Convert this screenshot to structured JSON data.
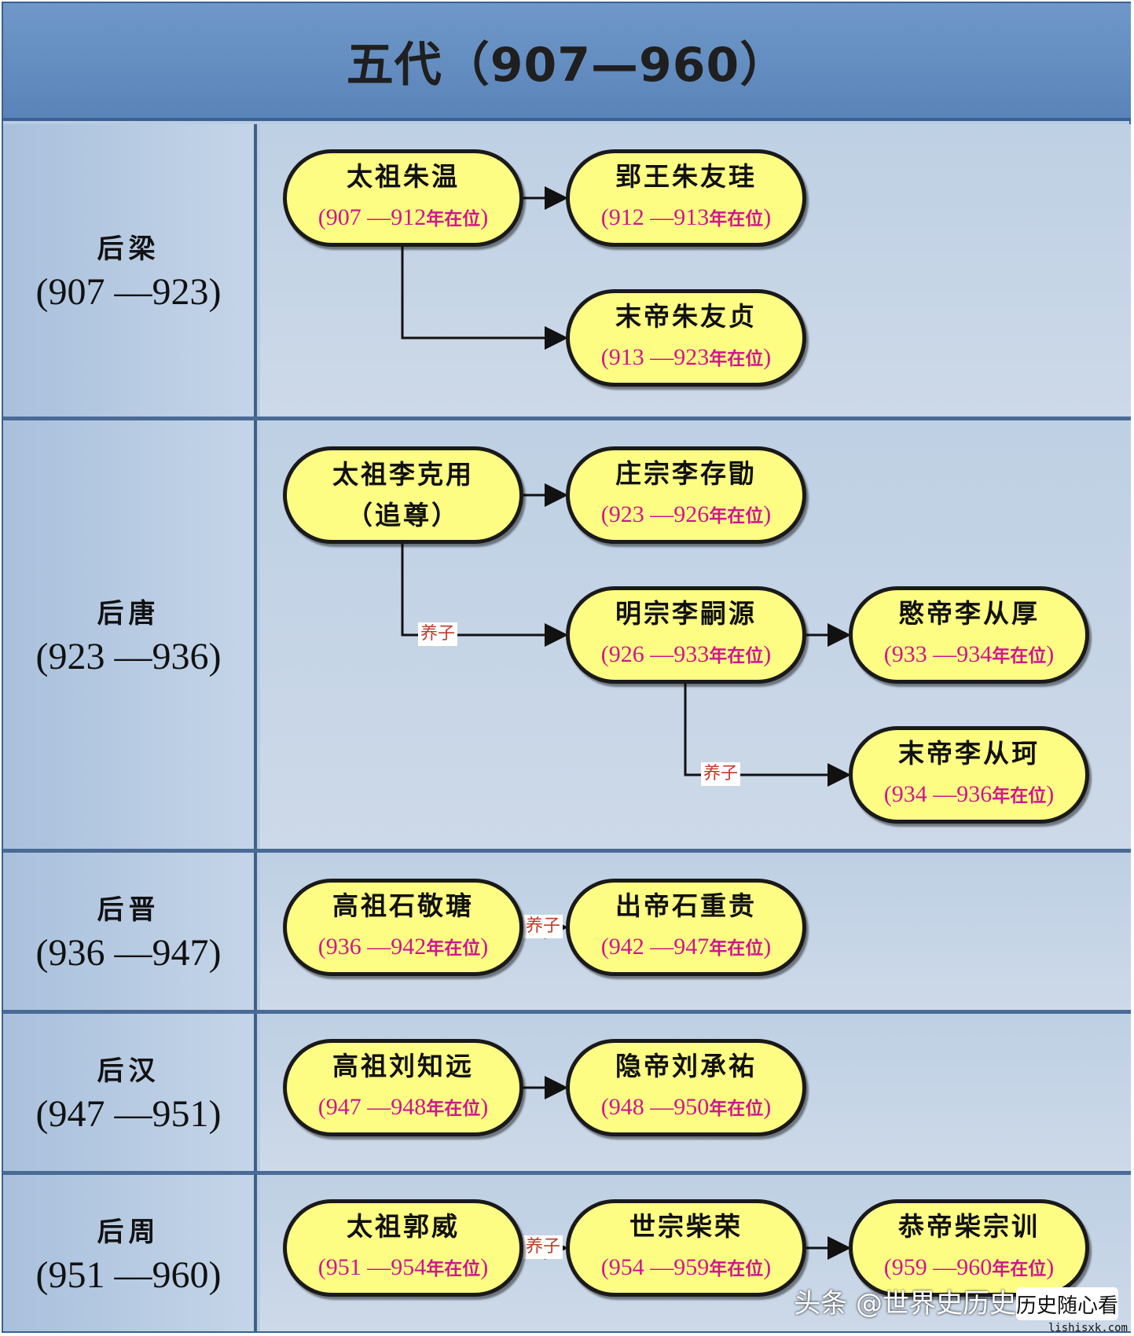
{
  "title": "五代（907—960）",
  "dynasties": [
    {
      "name": "后梁",
      "years": "(907 —923)"
    },
    {
      "name": "后唐",
      "years": "(923 —936)"
    },
    {
      "name": "后晋",
      "years": "(936 —947)"
    },
    {
      "name": "后汉",
      "years": "(947 —951)"
    },
    {
      "name": "后周",
      "years": "(951 —960)"
    }
  ],
  "rulers": {
    "zhuwen": {
      "name": "太祖朱温",
      "years": "(907 —912",
      "suffix": "年在位",
      ")": ")"
    },
    "zhuyougui": {
      "name": "郢王朱友珪",
      "years": "(912 —913",
      "suffix": "年在位"
    },
    "zhuyouzhen": {
      "name": "末帝朱友贞",
      "years": "(913 —923",
      "suffix": "年在位"
    },
    "likeyong": {
      "name": "太祖李克用",
      "years": "（追尊）"
    },
    "licunxu": {
      "name": "庄宗李存勖",
      "years": "(923 —926",
      "suffix": "年在位"
    },
    "lisiyuan": {
      "name": "明宗李嗣源",
      "years": "(926 —933",
      "suffix": "年在位"
    },
    "liconghou": {
      "name": "愍帝李从厚",
      "years": "(933 —934",
      "suffix": "年在位"
    },
    "licongke": {
      "name": "末帝李从珂",
      "years": "(934 —936",
      "suffix": "年在位"
    },
    "shijingtang": {
      "name": "高祖石敬瑭",
      "years": "(936 —942",
      "suffix": "年在位"
    },
    "shichonggui": {
      "name": "出帝石重贵",
      "years": "(942 —947",
      "suffix": "年在位"
    },
    "liuzhiyuan": {
      "name": "高祖刘知远",
      "years": "(947 —948",
      "suffix": "年在位"
    },
    "liuchengyou": {
      "name": "隐帝刘承祐",
      "years": "(948 —950",
      "suffix": "年在位"
    },
    "guowei": {
      "name": "太祖郭威",
      "years": "(951 —954",
      "suffix": "年在位"
    },
    "chairong": {
      "name": "世宗柴荣",
      "years": "(954 —959",
      "suffix": "年在位"
    },
    "chaizongxun": {
      "name": "恭帝柴宗训",
      "years": "(959 —960",
      "suffix": "年在位"
    }
  },
  "tags": {
    "adopted": "养子"
  },
  "close_paren": ")",
  "watermark": "头条 @世界史历史",
  "logo_text": "历史随心看",
  "site": "lishisxk.com"
}
